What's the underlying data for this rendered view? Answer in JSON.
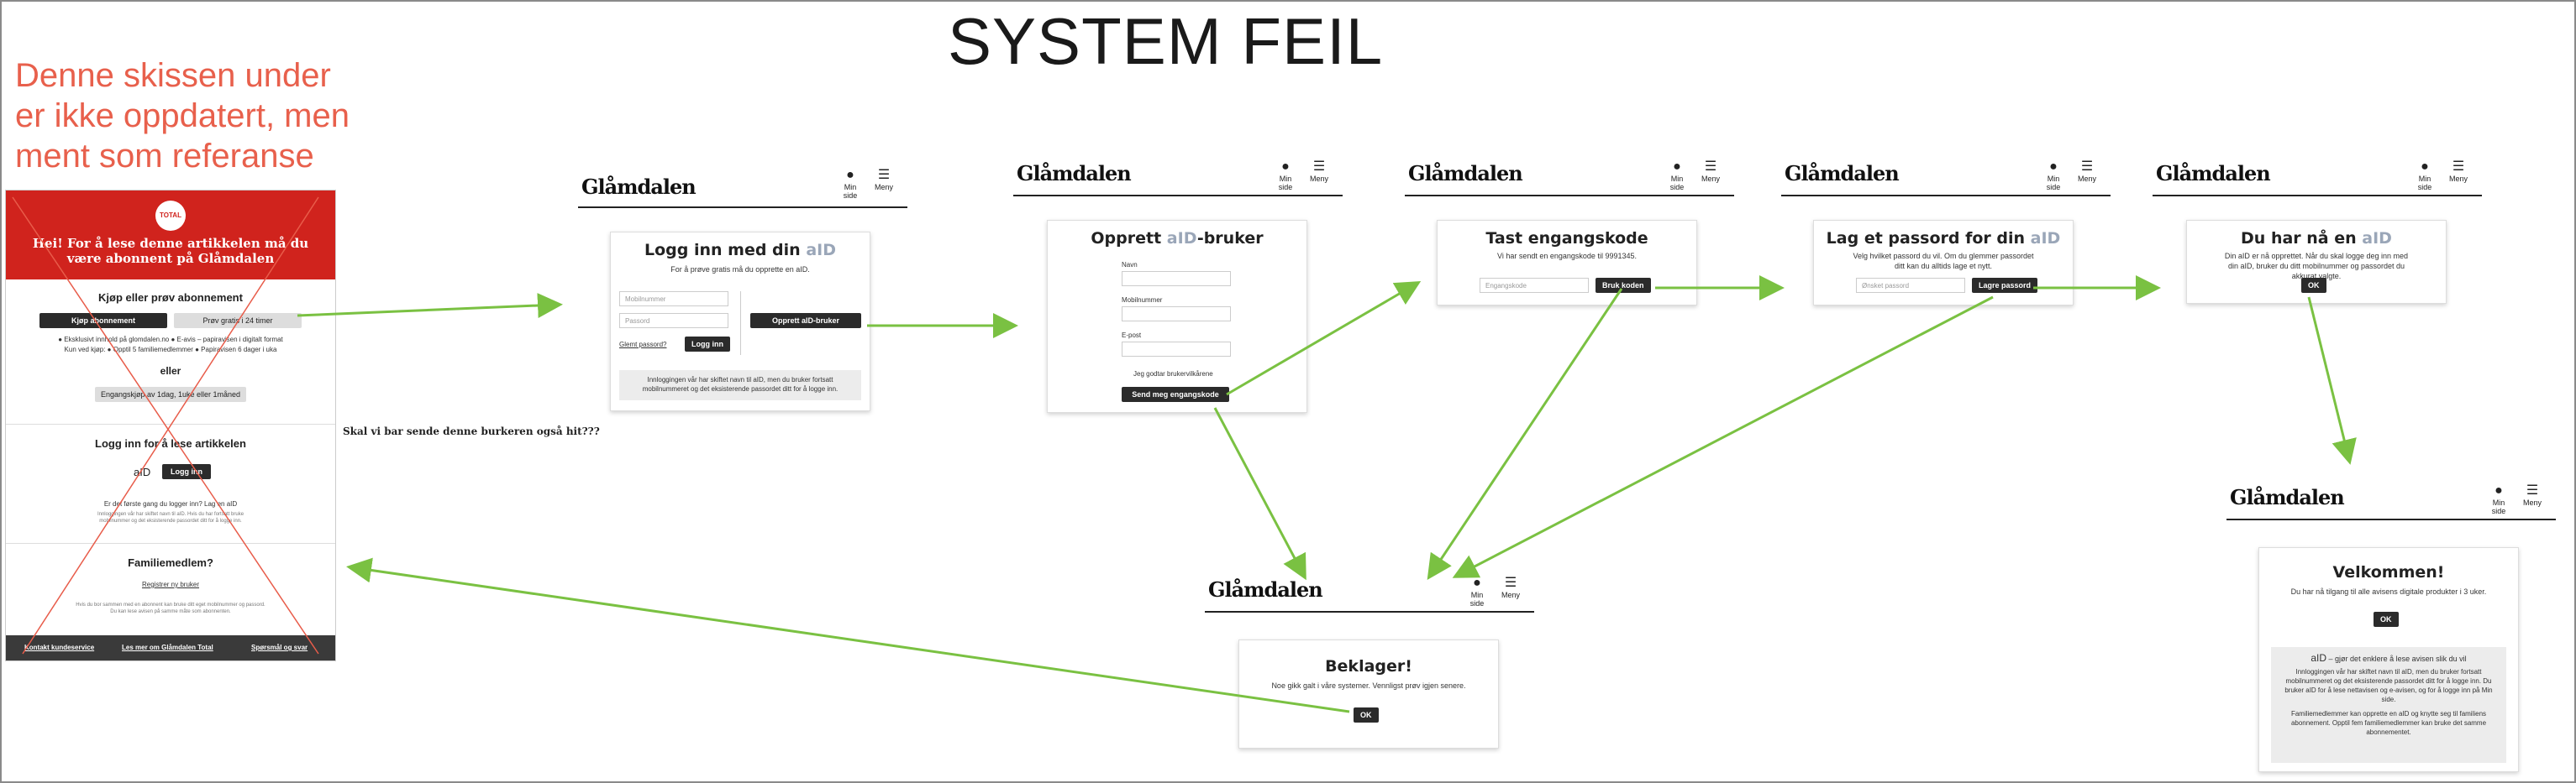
{
  "title": "SYSTEM FEIL",
  "note": "Denne skissen under er ikke oppdatert, men ment som referanse",
  "question": "Skal vi bar sende denne burkeren også hit???",
  "colors": {
    "arrow": "#7ac142",
    "note": "#e8604c",
    "red_banner": "#d0231d",
    "button": "#2b2b2b"
  },
  "header": {
    "logo": "Glåmdalen",
    "min_side": "Min side",
    "meny": "Meny",
    "icons": [
      "user-icon",
      "menu-icon"
    ]
  },
  "mockup": {
    "badge": "TOTAL",
    "heading": "Hei! For å lese denne artikkelen må du være abonnent på Glåmdalen",
    "buy_title": "Kjøp eller prøv abonnement",
    "buy_button": "Kjøp abonnement",
    "trial_button": "Prøv gratis i 24 timer",
    "features_1": "● Eksklusivt innhold på glomdalen.no  ● E-avis – papiravisen i digitalt format",
    "features_2": "Kun ved kjøp: ● Opptil 5 familiemedlemmer  ● Papiravisen 6 dager i uka",
    "or": "eller",
    "single_button": "Engangskjøp av 1dag, 1uke eller 1måned",
    "login_title": "Logg inn for å lese artikkelen",
    "aid": "aID",
    "login_button": "Logg inn",
    "first_time": "Er det første gang du logger inn? Lag en aID",
    "info": "Innloggingen vår har skiftet navn til aID. Hvis du har fortsatt bruke mobilnummer og det eksisterende passordet ditt for å logge inn.",
    "family_title": "Familiemedlem?",
    "family_link": "Registrer ny bruker",
    "family_info": "Hvis du bor sammen med en abonnent kan bruke ditt eget mobilnummer og passord. Du kan lese avisen på samme måte som abonnenten.",
    "footer": [
      "Kontakt kundeservice",
      "Les mer om Glåmdalen Total",
      "Spørsmål og svar"
    ]
  },
  "login": {
    "title_pre": "Logg inn med din ",
    "title_aid": "aID",
    "subtitle": "For å prøve gratis må du opprette en aID.",
    "mobile_placeholder": "Mobilnummer",
    "password_placeholder": "Passord",
    "forgot": "Glemt passord?",
    "login_button": "Logg inn",
    "create_button": "Opprett aID-bruker",
    "info": "Innloggingen vår har skiftet navn til aID, men du bruker fortsatt mobilnummeret og det eksisterende passordet ditt for å logge inn."
  },
  "create": {
    "title_pre": "Opprett ",
    "title_aid": "aID",
    "title_post": "-bruker",
    "name": "Navn",
    "mobile": "Mobilnummer",
    "email": "E-post",
    "terms": "Jeg godtar brukervilkårene",
    "button": "Send meg engangskode"
  },
  "code": {
    "title": "Tast engangskode",
    "subtitle": "Vi har sendt en engangskode til 9991345.",
    "placeholder": "Engangskode",
    "button": "Bruk koden"
  },
  "password": {
    "title_pre": "Lag et passord for din ",
    "title_aid": "aID",
    "subtitle": "Velg hvilket passord du vil. Om du glemmer passordet ditt kan du alltids lage et nytt.",
    "placeholder": "Ønsket passord",
    "button": "Lagre passord"
  },
  "done": {
    "title_pre": "Du har nå en ",
    "title_aid": "aID",
    "subtitle": "Din aID er nå opprettet. Når du skal logge deg inn med din aID, bruker du ditt mobilnummer og passordet du akkurat valgte.",
    "button": "OK"
  },
  "welcome": {
    "title": "Velkommen!",
    "subtitle": "Du har nå tilgang til alle avisens digitale produkter i 3 uker.",
    "button": "OK",
    "aid_title_aid": "aID",
    "aid_title_post": " – gjør det enklere å lese avisen slik du vil",
    "info_1": "Innloggingen vår har skiftet navn til aID, men du bruker fortsatt mobilnummeret og det eksisterende passordet ditt for å logge inn. Du bruker aID for å lese nettavisen og e-avisen, og for å logge inn på Min side.",
    "info_2": "Familiemedlemmer kan opprette en aID og knytte seg til familiens abonnement. Opptil fem familiemedlemmer kan bruke det samme abonnementet."
  },
  "error": {
    "title": "Beklager!",
    "subtitle": "Noe gikk galt i våre systemer. Vennligst prøv igjen senere.",
    "button": "OK"
  }
}
